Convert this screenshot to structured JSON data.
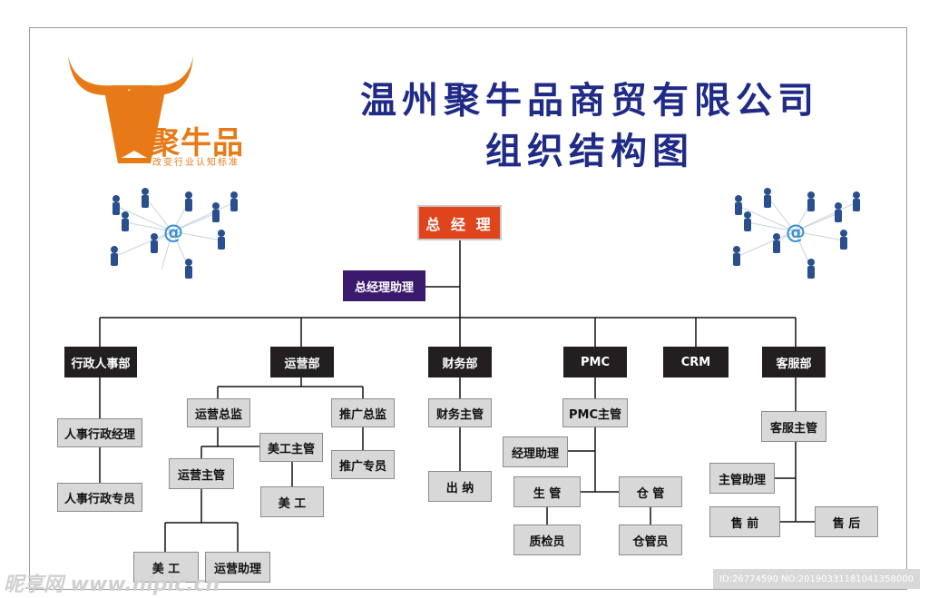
{
  "header": {
    "title_line1": "温州聚牛品商贸有限公司",
    "title_line2": "组织结构图"
  },
  "logo": {
    "name": "聚牛品",
    "slogan": "改变行业认知标准",
    "brand_color": "#e77a16"
  },
  "colors": {
    "title": "#1f2b86",
    "top_box": "#e0441d",
    "assistant_box": "#3b1a6e",
    "department_box": "#231f20",
    "position_box": "#d8d8d8"
  },
  "org": {
    "ceo": "总 经 理",
    "assistant": "总经理助理",
    "departments": {
      "admin": "行政人事部",
      "ops": "运营部",
      "finance": "财务部",
      "pmc": "PMC",
      "crm": "CRM",
      "service": "客服部"
    },
    "positions": {
      "hr_manager": "人事行政经理",
      "hr_staff": "人事行政专员",
      "ops_director": "运营总监",
      "promo_director": "推广总监",
      "art_lead": "美工主管",
      "ops_lead": "运营主管",
      "promo_staff": "推广专员",
      "artist_1": "美 工",
      "artist_2": "美 工",
      "ops_assistant": "运营助理",
      "finance_lead": "财务主管",
      "cashier": "出 纳",
      "pmc_lead": "PMC主管",
      "manager_assistant": "经理助理",
      "production": "生 管",
      "warehouse": "仓 管",
      "qc": "质检员",
      "warehouse_staff": "仓管员",
      "service_lead": "客服主管",
      "lead_assistant": "主管助理",
      "presale": "售 前",
      "aftersale": "售 后"
    }
  },
  "watermarks": {
    "left": "昵享网 www.nipic.cn",
    "right": "ID:26774590 NO:20190331181041358000"
  },
  "icons": [
    "bull-logo-icon",
    "network-people-icon"
  ]
}
